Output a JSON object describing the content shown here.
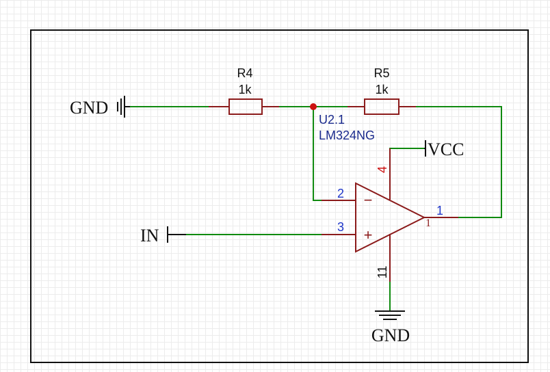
{
  "colors": {
    "wire": "#0f8a0f",
    "component": "#8b1a1a",
    "designator_blue": "#1a2a8c",
    "pin_number_blue": "#1f37c9",
    "junction": "#cc1111",
    "frame": "#111111",
    "label_text": "#111111"
  },
  "net_labels": {
    "gnd_left": "GND",
    "in": "IN",
    "vcc": "VCC",
    "gnd_bottom": "GND"
  },
  "components": {
    "r4": {
      "designator": "R4",
      "value": "1k"
    },
    "r5": {
      "designator": "R5",
      "value": "1k"
    },
    "u2": {
      "designator": "U2.1",
      "part": "LM324NG"
    }
  },
  "pins": {
    "inv_in": "2",
    "noninv_in": "3",
    "out": "1",
    "out_inner": "1",
    "vcc": "4",
    "gnd": "11"
  },
  "opamp_symbols": {
    "minus": "−",
    "plus": "+"
  }
}
